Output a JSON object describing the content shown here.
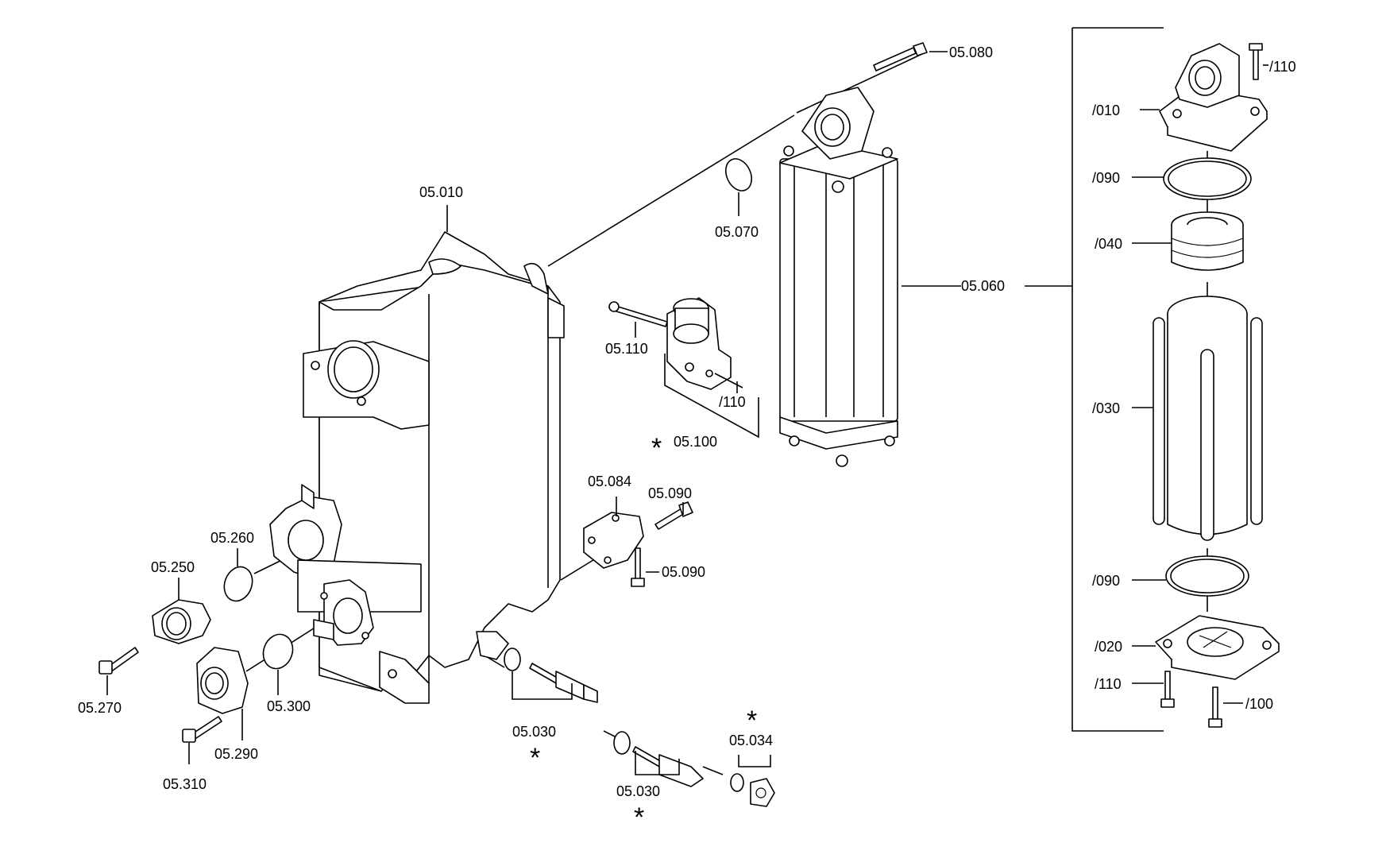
{
  "labels": {
    "l05_010": "05.010",
    "l05_080": "05.080",
    "l05_070": "05.070",
    "l05_060": "05.060",
    "l05_110": "05.110",
    "l_110a": "/110",
    "l05_100": "05.100",
    "l05_084": "05.084",
    "l05_090a": "05.090",
    "l05_090b": "05.090",
    "l05_260": "05.260",
    "l05_250": "05.250",
    "l05_270": "05.270",
    "l05_300": "05.300",
    "l05_290": "05.290",
    "l05_310": "05.310",
    "l05_030a": "05.030",
    "l05_030b": "05.030",
    "l05_034": "05.034",
    "l_010": "/010",
    "l_110b": "/110",
    "l_090a": "/090",
    "l_040": "/040",
    "l_030": "/030",
    "l_090b": "/090",
    "l_020": "/020",
    "l_110c": "/110",
    "l_100": "/100"
  },
  "marks": {
    "asterisk": "*"
  }
}
